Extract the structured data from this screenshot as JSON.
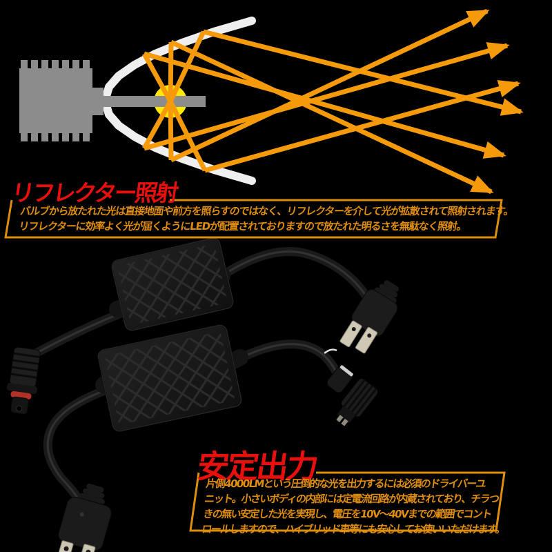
{
  "banner": {
    "background": "#000000",
    "accent_red": "#E8100C",
    "accent_orange": "#DD8E0B"
  },
  "reflector_section": {
    "heading": "リフレクター照射",
    "heading_color": "#E8100C",
    "lines": [
      "バルブから放たれた光は直接地面や前方を照らすのではなく、リフレクターを介して光が拡散されて照射されます。",
      "リフレクターに効率よく光が届くようにLEDが配置されておりますので放たれた明るさを無駄なく照射。"
    ],
    "text_color": "#E08E10",
    "border_color": "#DD8E0B"
  },
  "output_section": {
    "heading": "安定出力",
    "heading_color": "#E8100C",
    "lines": [
      "片側4000LMという圧倒的な光を出力するには必須のドライバーユ",
      "ニット。小さいボディの内部には定電流回路が内蔵されており、チラつ",
      "きの無い安定した光を実現し、電圧を10V～40Vまでの範囲でコント",
      "ロールしますので、ハイブリッド車等にも安心してお使いいただけます。"
    ],
    "text_color": "#E08E10",
    "border_color": "#DD8E0B"
  },
  "diagram": {
    "ray_color": "#F59B0B",
    "ray_arrow_count": 6,
    "reflector_color": "#EFEFEF",
    "heatsink_color": "#8C8C8C",
    "led_color": "#FFE805"
  },
  "photo": {
    "unit_color": "#161616",
    "cable_color": "#1A1A1A",
    "terminal_color": "#CFC8B5",
    "oring_color": "#B03226"
  }
}
